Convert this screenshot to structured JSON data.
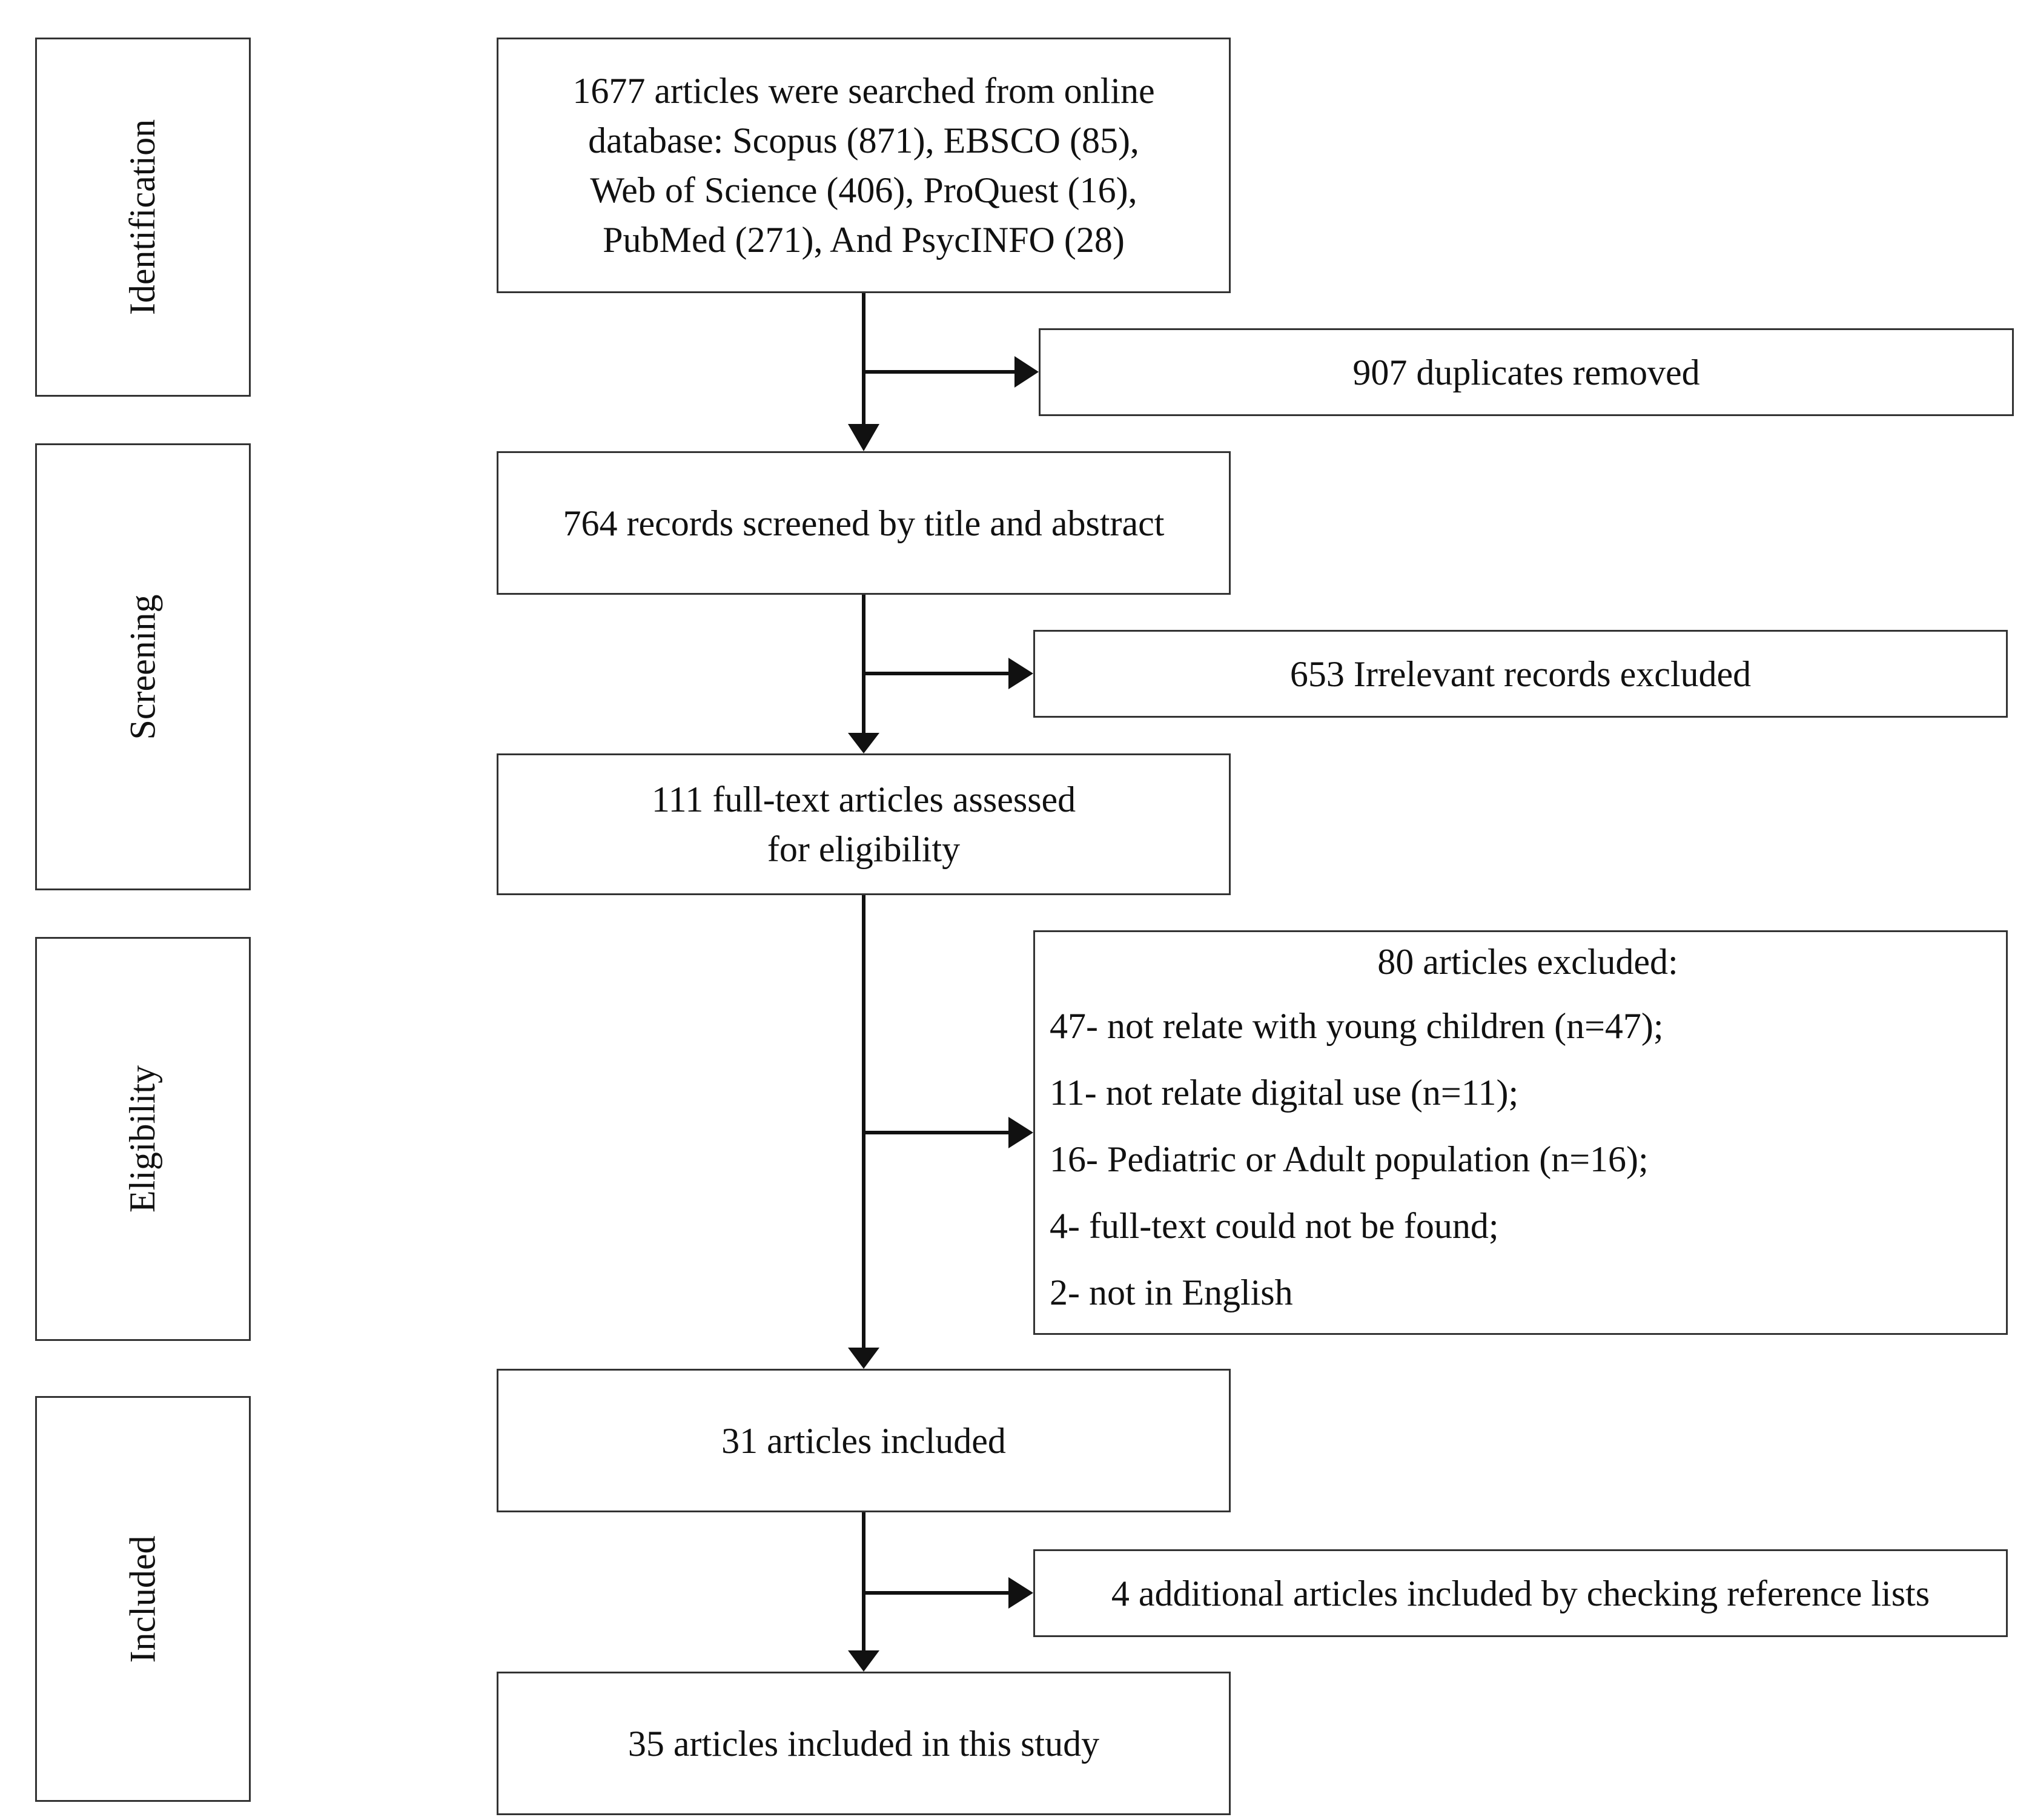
{
  "stages": {
    "identification": "Identification",
    "screening": "Screening",
    "eligibility": "Eligibility",
    "included": "Included"
  },
  "boxes": {
    "search_lines": [
      "1677 articles were searched from online",
      "database:  Scopus (871),  EBSCO (85),",
      "Web of Science (406), ProQuest (16),",
      "PubMed (271), And PsycINFO (28)"
    ],
    "duplicates": "907 duplicates removed",
    "screened": "764 records screened by title and abstract",
    "irrelevant": "653  Irrelevant records excluded",
    "fulltext_lines": [
      "111 full-text articles assessed",
      "for eligibility"
    ],
    "excluded_title": "80 articles excluded:",
    "excluded_items": [
      "47- not relate with young children (n=47);",
      "11- not relate digital use (n=11);",
      "16-  Pediatric or Adult population (n=16);",
      "4- full-text could not be found;",
      "2- not in English"
    ],
    "included31": "31 articles included",
    "additional": "4 additional articles included by checking reference lists",
    "final": "35 articles included in this study"
  }
}
